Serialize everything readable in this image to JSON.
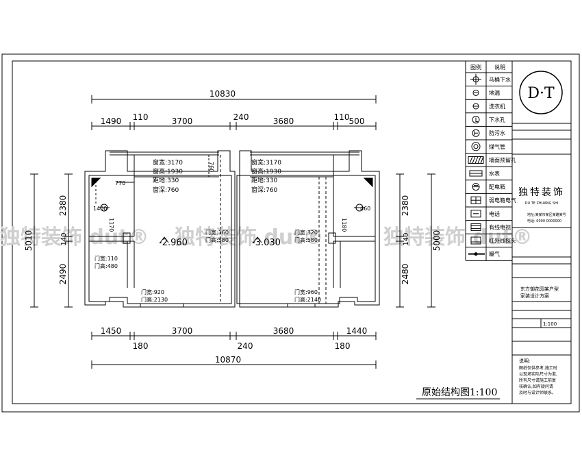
{
  "drawing_title": "原始结构图1:100",
  "dimensions": {
    "top_overall": "10830",
    "top_segments": [
      "1490",
      "110",
      "3700",
      "240",
      "3680",
      "110",
      "500"
    ],
    "bottom_overall": "10870",
    "bottom_segments": [
      "1450",
      "3700",
      "240",
      "3680",
      "1440"
    ],
    "bottom_small": [
      "180",
      "240",
      "180"
    ],
    "left_total": "5010",
    "left_segments": [
      "2380",
      "140",
      "2490"
    ],
    "right_total": "5000",
    "right_segments": [
      "2380",
      "140",
      "2480"
    ]
  },
  "rooms": {
    "left_level": "-2.960",
    "right_level": "-3.030",
    "left_window": [
      "窗宽:3170",
      "窗高:1930",
      "距地:330",
      "窗深:760"
    ],
    "right_window": [
      "窗宽:3170",
      "窗高:1930",
      "距地:330",
      "窗深:760"
    ],
    "left_marks": [
      "770",
      "760",
      "1400",
      "1170"
    ],
    "right_marks": [
      "460",
      "1180"
    ],
    "left_mid_door": [
      "门宽:160",
      "门高:580"
    ],
    "right_mid_door": [
      "门宽:320",
      "门高:580"
    ],
    "left_side_door": [
      "门宽:110",
      "门高:480"
    ],
    "left_bottom_door": [
      "门宽:920",
      "门高:2130"
    ],
    "right_bottom_door": [
      "门宽:960",
      "门高:2140"
    ]
  },
  "legend": {
    "header": [
      "图例",
      "说明"
    ],
    "items": [
      {
        "icon": "drain-crosshair-icon",
        "label": "马桶下水"
      },
      {
        "icon": "pipe-circle-icon",
        "label": "地漏"
      },
      {
        "icon": "washer-drain-icon",
        "label": "洗衣机"
      },
      {
        "icon": "floor-drain-icon",
        "label": "下水孔"
      },
      {
        "icon": "sewer-pipe-icon",
        "label": "防污水"
      },
      {
        "icon": "gas-pipe-icon",
        "label": "煤气管"
      },
      {
        "icon": "ventilation-hatch-icon",
        "label": "墙面预留孔"
      },
      {
        "icon": "water-meter-icon",
        "label": "水表"
      },
      {
        "icon": "meter-box-icon",
        "label": "配电箱"
      },
      {
        "icon": "weak-box-icon",
        "label": "弱电箱电气"
      },
      {
        "icon": "phone-icon",
        "label": "电话"
      },
      {
        "icon": "tv-socket-icon",
        "label": "有线电视"
      },
      {
        "icon": "network-socket-icon",
        "label": "红外线探头"
      },
      {
        "icon": "gas-line-icon",
        "label": "暖气"
      }
    ]
  },
  "title_block": {
    "logo": "D·T",
    "company": "独特装饰",
    "company_roman": "DU  TE  ZHUANG  SHI",
    "info_lines": [
      "地址:某某市某区某路某号",
      "电话: 0000-0000000"
    ],
    "project_lines": [
      "东方御花园某户型",
      "家装设计方案"
    ],
    "scale": "1:100",
    "note_title": "说明:",
    "note_lines": [
      "图纸仅供参考,施工时",
      "以现场实际尺寸为准,",
      "所有尺寸请施工前复",
      "核确认,如有疑问请",
      "及时与设计师联系。"
    ]
  },
  "watermark": "独特装饰 dut®"
}
